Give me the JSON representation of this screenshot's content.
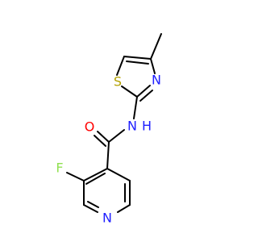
{
  "molecule": {
    "atoms": {
      "methyl_c": {
        "symbol": "",
        "color": "#000000"
      },
      "thiazole_c4": {
        "symbol": "",
        "color": "#000000"
      },
      "thiazole_c5": {
        "symbol": "",
        "color": "#000000"
      },
      "thiazole_s": {
        "symbol": "S",
        "color": "#b3a100"
      },
      "thiazole_c2": {
        "symbol": "",
        "color": "#000000"
      },
      "thiazole_n": {
        "symbol": "N",
        "color": "#2020ff"
      },
      "amide_n": {
        "symbol": "N",
        "color": "#2020ff"
      },
      "amide_h": {
        "symbol": "H",
        "color": "#2020ff"
      },
      "carbonyl_c": {
        "symbol": "",
        "color": "#000000"
      },
      "carbonyl_o": {
        "symbol": "O",
        "color": "#ff0000"
      },
      "pyridine_c4": {
        "symbol": "",
        "color": "#000000"
      },
      "pyridine_c3": {
        "symbol": "",
        "color": "#000000"
      },
      "fluorine": {
        "symbol": "F",
        "color": "#90e050"
      },
      "pyridine_c2": {
        "symbol": "",
        "color": "#000000"
      },
      "pyridine_n": {
        "symbol": "N",
        "color": "#2020ff"
      },
      "pyridine_c6": {
        "symbol": "",
        "color": "#000000"
      },
      "pyridine_c5": {
        "symbol": "",
        "color": "#000000"
      }
    }
  }
}
